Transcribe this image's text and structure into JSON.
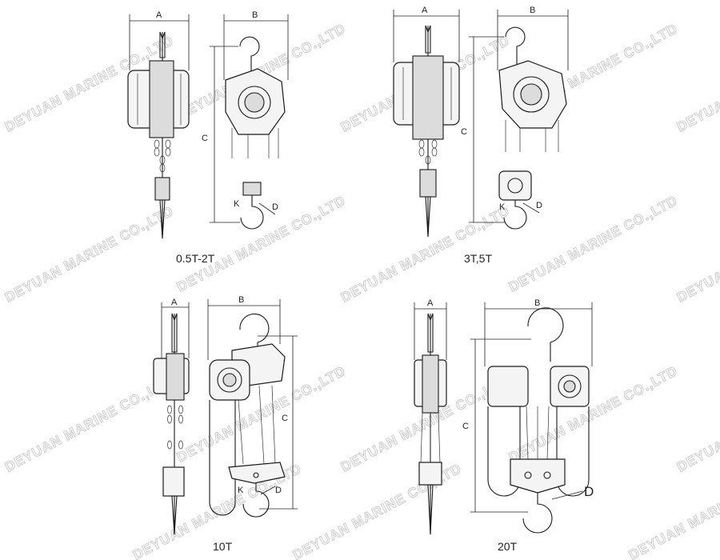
{
  "watermark": "DEYUAN MARINE CO.,LTD",
  "dimension_labels": {
    "a": "A",
    "b": "B",
    "c": "C",
    "d": "D",
    "k": "K"
  },
  "panels": [
    {
      "id": "p1",
      "caption": "0.5T-2T"
    },
    {
      "id": "p2",
      "caption": "3T,5T"
    },
    {
      "id": "p3",
      "caption": "10T"
    },
    {
      "id": "p4",
      "caption": "20T"
    }
  ]
}
